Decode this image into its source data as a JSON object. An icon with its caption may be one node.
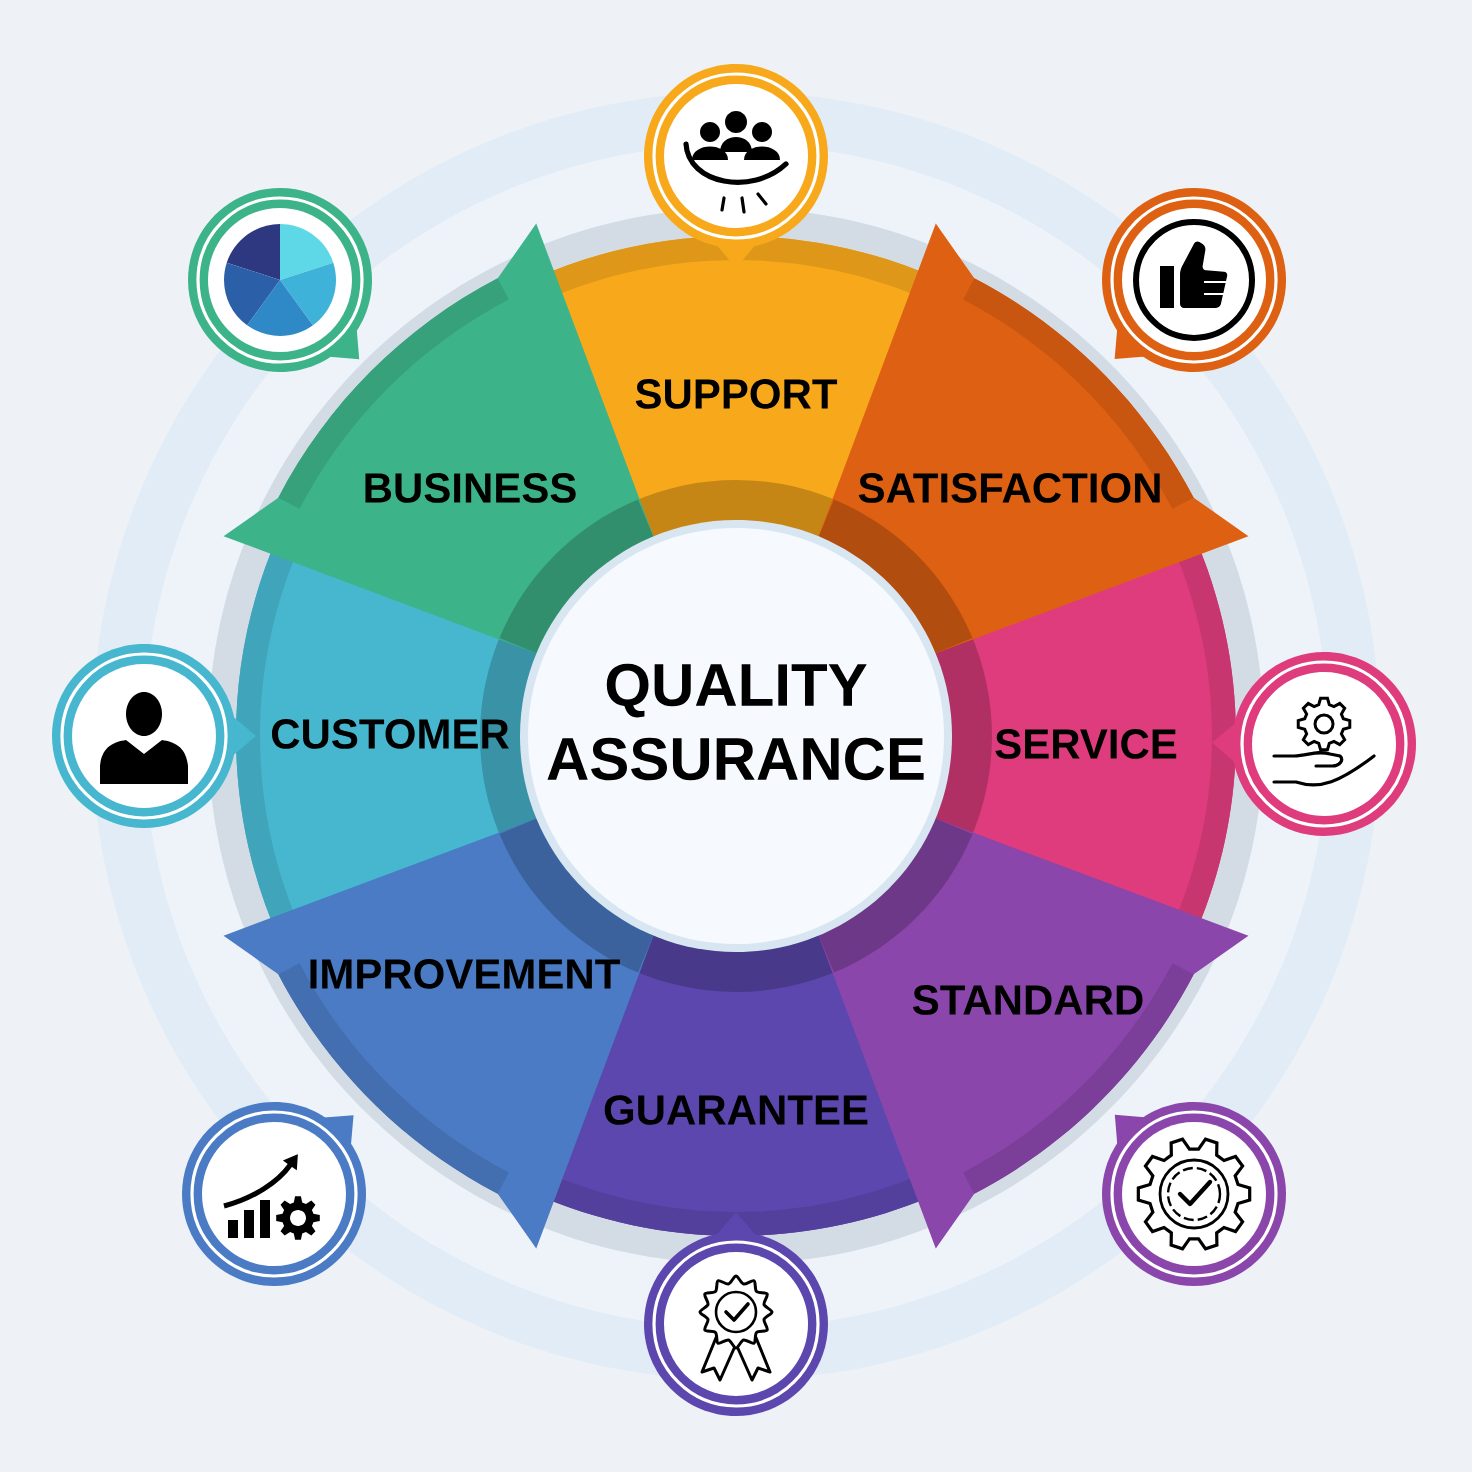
{
  "diagram": {
    "nodes": [
      {
        "text": [
          "QUALITY ASSURANCE"
        ]
      },
      {
        "text": [
          "SUPPORT"
        ]
      },
      {
        "text": [
          "SATISFACTION"
        ]
      },
      {
        "text": [
          "SERVICE"
        ]
      },
      {
        "text": [
          "STANDARD"
        ]
      },
      {
        "text": [
          "GUARANTEE"
        ]
      },
      {
        "text": [
          "IMPROVEMENT"
        ]
      },
      {
        "text": [
          "CUSTOMER"
        ]
      },
      {
        "text": [
          "BUSINESS"
        ]
      }
    ]
  }
}
